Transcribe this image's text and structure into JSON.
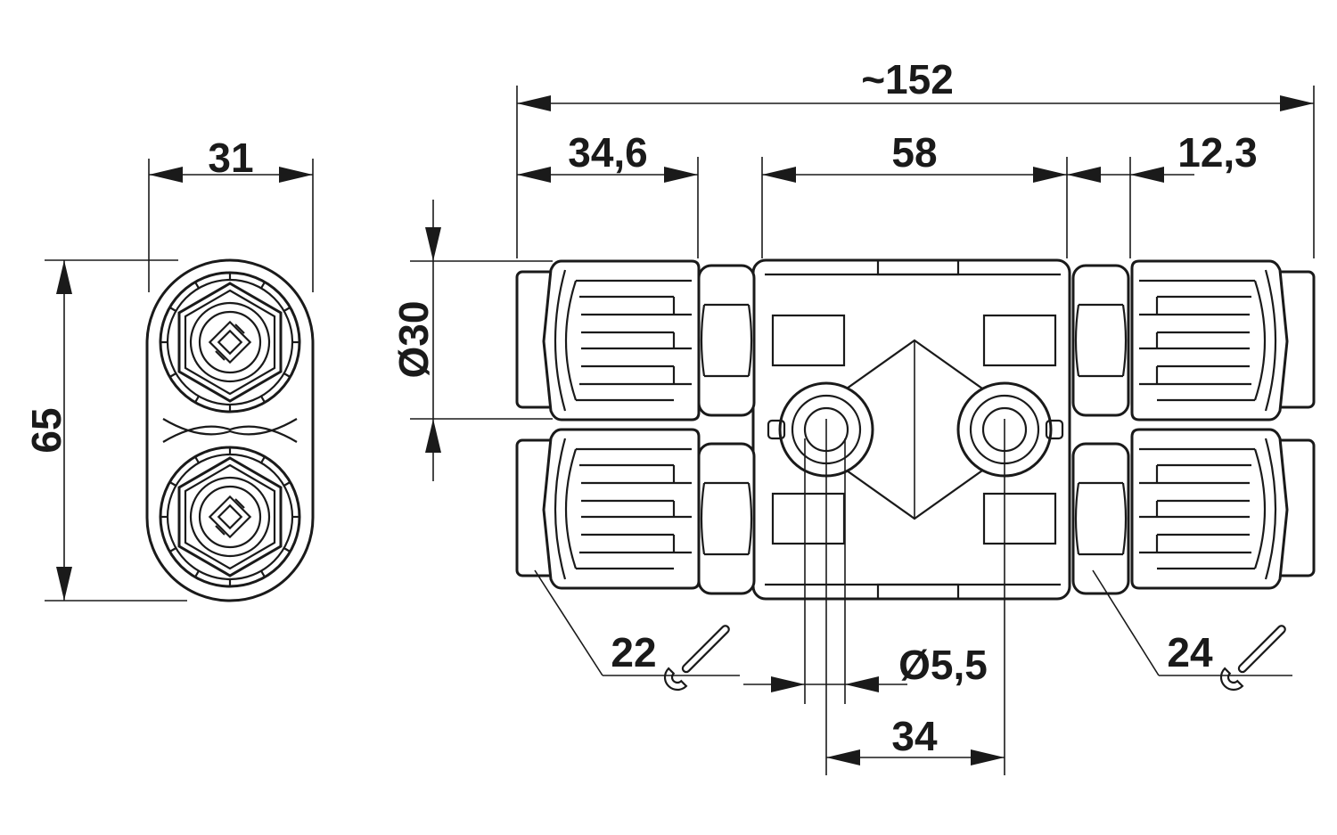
{
  "drawing": {
    "views": [
      "end-view",
      "front-view"
    ],
    "dimensions": {
      "width_end_view": "31",
      "height_end_view": "65",
      "overall_length": "~152",
      "left_section": "34,6",
      "center_section": "58",
      "right_section": "12,3",
      "diameter_body": "Ø30",
      "mount_hole_diameter": "Ø5,5",
      "hole_spacing": "34",
      "wrench_left": "22",
      "wrench_right": "24"
    },
    "colors": {
      "line": "#1a1a1a",
      "background": "#ffffff"
    },
    "icons": [
      "wrench-icon",
      "wrench-icon"
    ]
  }
}
